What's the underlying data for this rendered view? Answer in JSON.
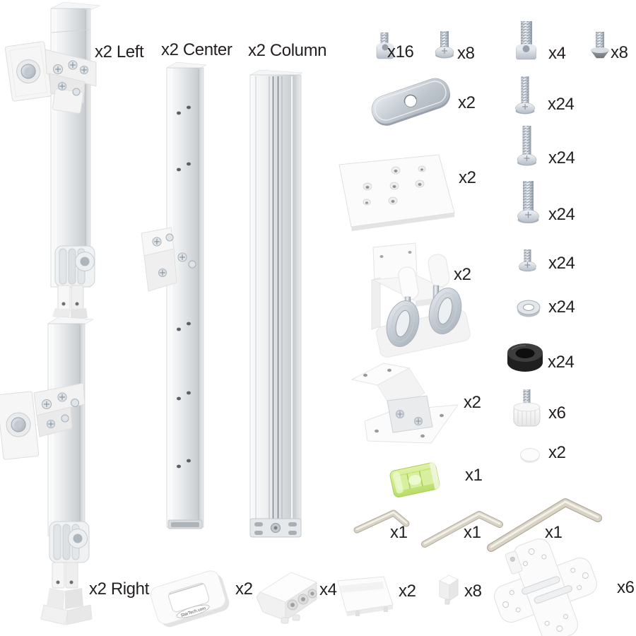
{
  "background_color": "#ffffff",
  "text_color": "#231f20",
  "parts": {
    "left_arm": {
      "label": "x2 Left"
    },
    "center_bracket": {
      "label": "x2 Center"
    },
    "column": {
      "label": "x2 Column"
    },
    "screw_socket_cap_small": {
      "label": "x16"
    },
    "screw_pan_head_short": {
      "label": "x8"
    },
    "screw_socket_cap_long": {
      "label": "x4"
    },
    "screw_countersunk": {
      "label": "x8"
    },
    "oval_spacer_plate": {
      "label": "x2"
    },
    "screw_pan_long": {
      "label": "x24"
    },
    "screw_pan_longer": {
      "label": "x24"
    },
    "screw_pan_thick": {
      "label": "x24"
    },
    "screw_pan_short": {
      "label": "x24"
    },
    "washer": {
      "label": "x24"
    },
    "rubber_grommet": {
      "label": "x24"
    },
    "thumb_screw": {
      "label": "x6"
    },
    "hole_cap_disc": {
      "label": "x2"
    },
    "mounting_plate": {
      "label": "x2"
    },
    "desk_clamp": {
      "label": "x2"
    },
    "corner_bracket": {
      "label": "x2"
    },
    "bubble_level": {
      "label": "x1"
    },
    "hex_key_small": {
      "label": "x1"
    },
    "hex_key_medium": {
      "label": "x1"
    },
    "hex_key_large": {
      "label": "x1"
    },
    "right_arm": {
      "label": "x2 Right"
    },
    "square_grommet": {
      "label": "x2",
      "logo": "StarTech.com"
    },
    "end_cap_block": {
      "label": "x4"
    },
    "cover_plate": {
      "label": "x2"
    },
    "small_cap": {
      "label": "x8"
    },
    "vesa_plate": {
      "label": "x6"
    }
  }
}
